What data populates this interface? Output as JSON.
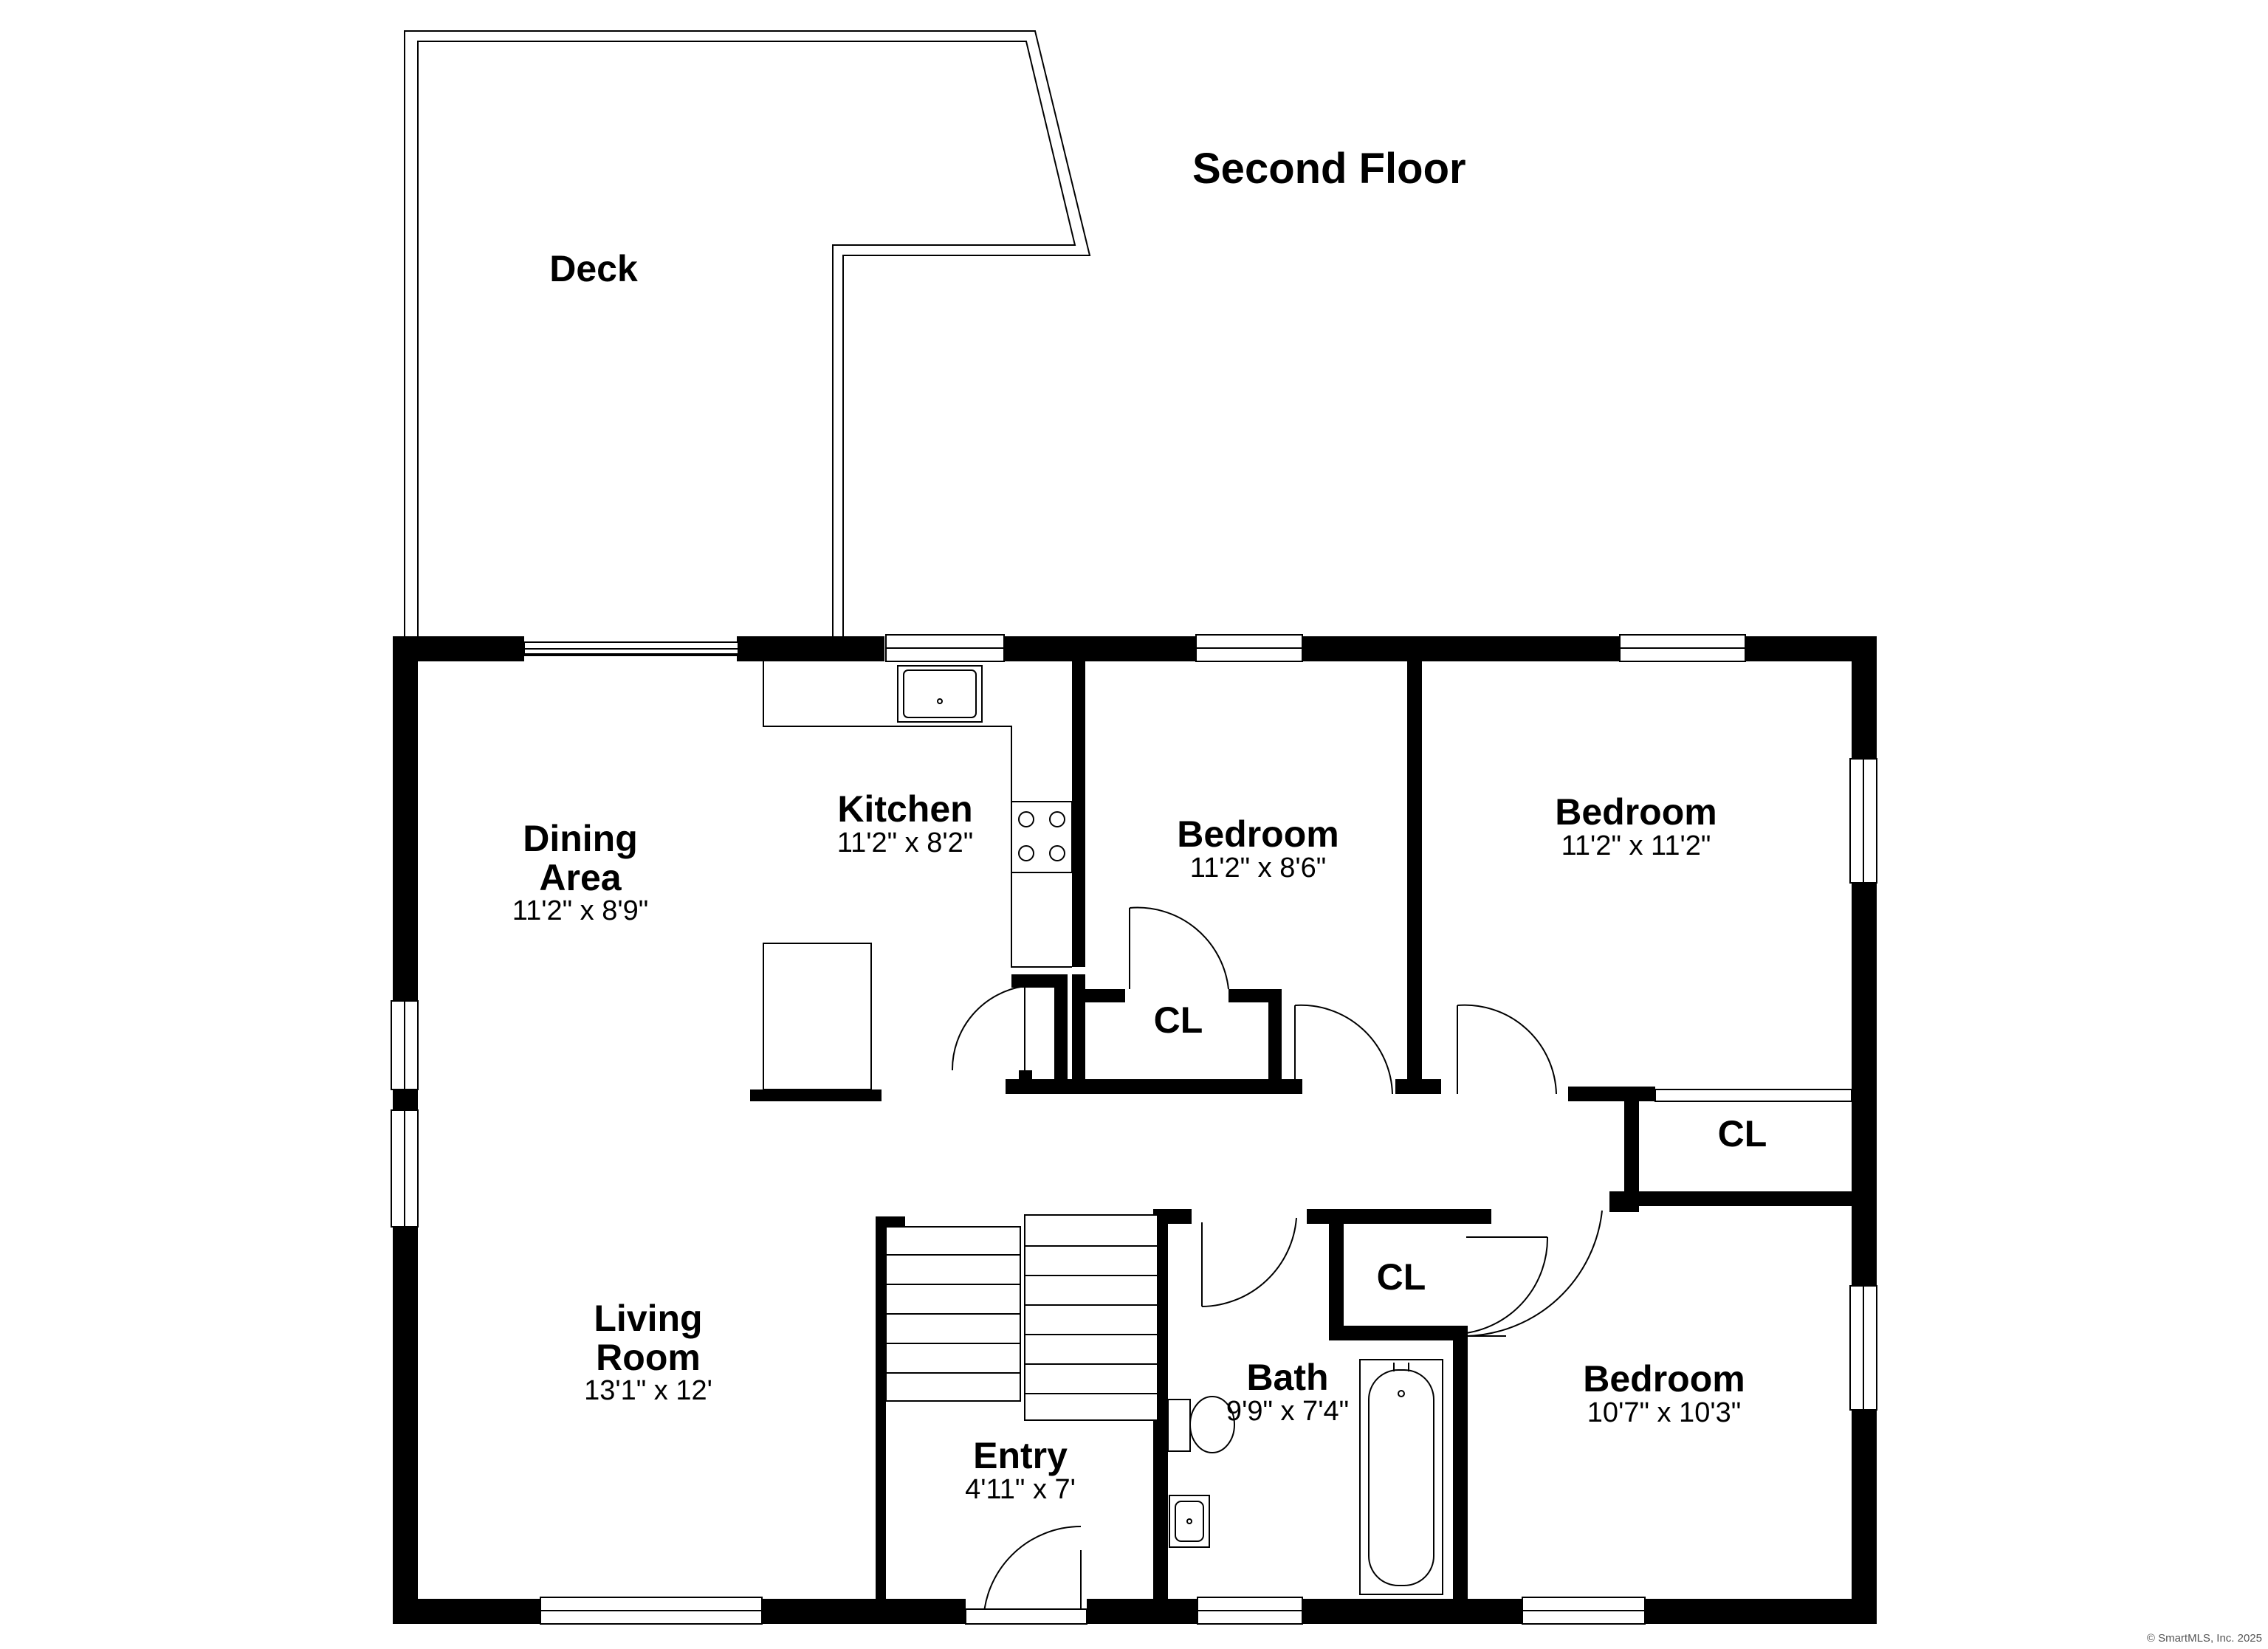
{
  "floor_title": "Second Floor",
  "credit": "© SmartMLS, Inc. 2025",
  "rooms": {
    "deck": {
      "name": "Deck"
    },
    "dining": {
      "name_line1": "Dining",
      "name_line2": "Area",
      "dims": "11'2\" x 8'9\""
    },
    "kitchen": {
      "name": "Kitchen",
      "dims": "11'2\" x 8'2\""
    },
    "bedroom1": {
      "name": "Bedroom",
      "dims": "11'2\" x 8'6\""
    },
    "bedroom2": {
      "name": "Bedroom",
      "dims": "11'2\" x 11'2\""
    },
    "bedroom3": {
      "name": "Bedroom",
      "dims": "10'7\" x 10'3\""
    },
    "living": {
      "name_line1": "Living",
      "name_line2": "Room",
      "dims": "13'1\" x 12'"
    },
    "entry": {
      "name": "Entry",
      "dims": "4'11\" x 7'"
    },
    "bath": {
      "name": "Bath",
      "dims": "9'9\" x 7'4\""
    },
    "closet1": {
      "name": "CL"
    },
    "closet2": {
      "name": "CL"
    },
    "closet3": {
      "name": "CL"
    }
  }
}
